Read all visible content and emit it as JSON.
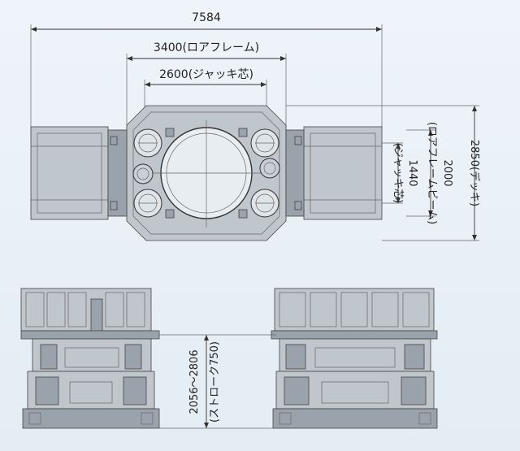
{
  "dimensions": {
    "overall_width": "7584",
    "lower_frame_width": "3400(ロアフレーム)",
    "jack_center_width": "2600(ジャッキ芯)",
    "jack_center_depth": "(ジャッキ芯)",
    "jack_center_depth_value": "1440",
    "lower_frame_beam": "(ロアフレームビーム)",
    "lower_frame_beam_value": "2000",
    "deck_depth": "2850(デッキ)",
    "stroke_range": "2056～2806",
    "stroke_note": "(ストローク750)"
  }
}
